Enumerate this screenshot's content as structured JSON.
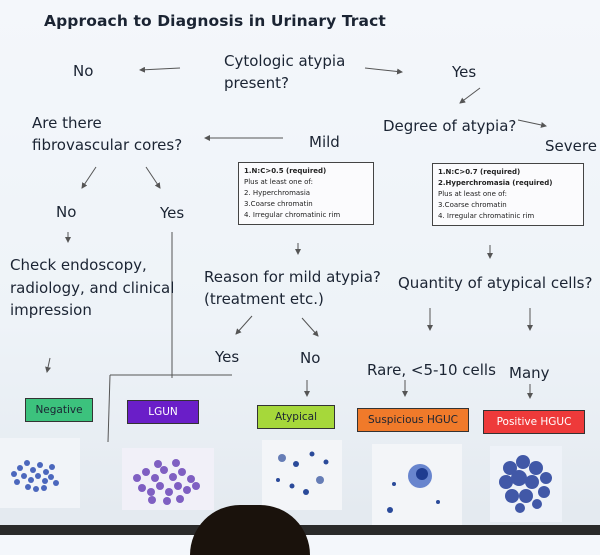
{
  "title": "Approach to Diagnosis in Urinary Tract",
  "nodes": {
    "cytologic_atypia": [
      "Cytologic atypia",
      "present?"
    ],
    "no_top": "No",
    "yes_top": "Yes",
    "degree_of_atypia": "Degree of atypia?",
    "mild": "Mild",
    "severe": "Severe",
    "fibrovascular": [
      "Are there",
      "fibrovascular cores?"
    ],
    "no_fv": "No",
    "yes_fv": "Yes",
    "check_endoscopy": [
      "Check endoscopy,",
      "radiology, and clinical",
      "impression"
    ],
    "reason_mild": [
      "Reason for mild atypia?",
      "(treatment etc.)"
    ],
    "yes_reason": "Yes",
    "no_reason": "No",
    "quantity": "Quantity of atypical cells?",
    "rare": "Rare, <5-10 cells",
    "many": "Many"
  },
  "mild_criteria": [
    {
      "text": "1.N:C>0.5 (required)",
      "bold": true
    },
    {
      "text": "Plus at least one of:",
      "bold": false
    },
    {
      "text": "2. Hyperchromasia",
      "bold": false
    },
    {
      "text": "3.Coarse chromatin",
      "bold": false
    },
    {
      "text": "4. Irregular chromatinic rim",
      "bold": false
    }
  ],
  "severe_criteria": [
    {
      "text": "1.N:C>0.7 (required)",
      "bold": true
    },
    {
      "text": "2.Hyperchromasia (required)",
      "bold": true
    },
    {
      "text": "Plus at least one of:",
      "bold": false
    },
    {
      "text": "3.Coarse chromatin",
      "bold": false
    },
    {
      "text": "4. Irregular chromatinic rim",
      "bold": false
    }
  ],
  "categories": [
    {
      "label": "Negative",
      "color": "#3cc27d",
      "text_color": "#1a1a1a"
    },
    {
      "label": "LGUN",
      "color": "#6a1ec8",
      "text_color": "#ffffff"
    },
    {
      "label": "Atypical",
      "color": "#a6d83a",
      "text_color": "#1a1a1a"
    },
    {
      "label": "Suspicious HGUC",
      "color": "#f07a2a",
      "text_color": "#1a1a1a"
    },
    {
      "label": "Positive HGUC",
      "color": "#ee3a3a",
      "text_color": "#ffffff"
    }
  ]
}
